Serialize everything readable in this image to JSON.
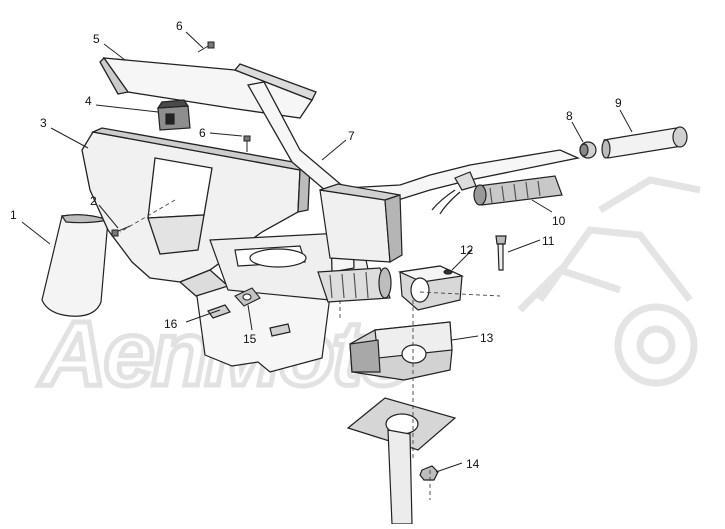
{
  "diagram": {
    "callouts": [
      "1",
      "2",
      "3",
      "4",
      "5",
      "6",
      "6",
      "7",
      "8",
      "9",
      "10",
      "11",
      "12",
      "13",
      "14",
      "15",
      "16"
    ]
  },
  "watermark": {
    "text": "AenMoto"
  },
  "colors": {
    "line": "#222222",
    "fill_light": "#f1f1f1",
    "fill_mid": "#d8d8d8",
    "fill_dark": "#9a9a9a",
    "watermark": "#e6e6e6"
  }
}
